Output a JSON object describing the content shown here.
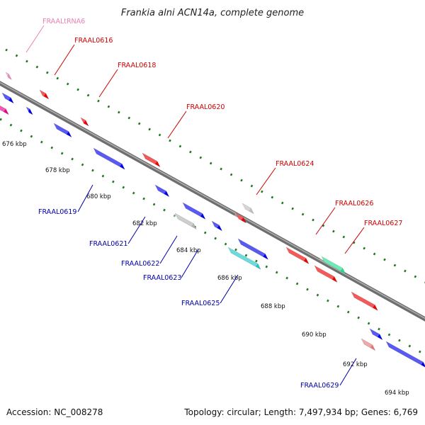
{
  "title": "Frankia alni ACN14a, complete genome",
  "footer": {
    "accession": "Accession: NC_008278",
    "summary": "Topology: circular; Length: 7,497,934 bp; Genes: 6,769"
  },
  "colors": {
    "backbone": "#8c8c8c",
    "dots": "#1f7a1f",
    "forward_label": "#cc0000",
    "reverse_label": "#0000aa",
    "trna_label": "#e87fb5"
  },
  "kbp_ticks": [
    {
      "kbp": 676,
      "label": "676 kbp"
    },
    {
      "kbp": 678,
      "label": "678 kbp"
    },
    {
      "kbp": 680,
      "label": "680 kbp"
    },
    {
      "kbp": 682,
      "label": "682 kbp"
    },
    {
      "kbp": 684,
      "label": "684 kbp"
    },
    {
      "kbp": 686,
      "label": "686 kbp"
    },
    {
      "kbp": 688,
      "label": "688 kbp"
    },
    {
      "kbp": 690,
      "label": "690 kbp"
    },
    {
      "kbp": 692,
      "label": "692 kbp"
    },
    {
      "kbp": 694,
      "label": "694 kbp"
    }
  ],
  "labels": {
    "FRAALtRNA6": "FRAALtRNA6",
    "FRAAL0616": "FRAAL0616",
    "FRAAL0618": "FRAAL0618",
    "FRAAL0620": "FRAAL0620",
    "FRAAL0624": "FRAAL0624",
    "FRAAL0626": "FRAAL0626",
    "FRAAL0627": "FRAAL0627",
    "FRAAL0619": "FRAAL0619",
    "FRAAL0621": "FRAAL0621",
    "FRAAL0622": "FRAAL0622",
    "FRAAL0623": "FRAAL0623",
    "FRAAL0625": "FRAAL0625",
    "FRAAL0629": "FRAAL0629"
  }
}
